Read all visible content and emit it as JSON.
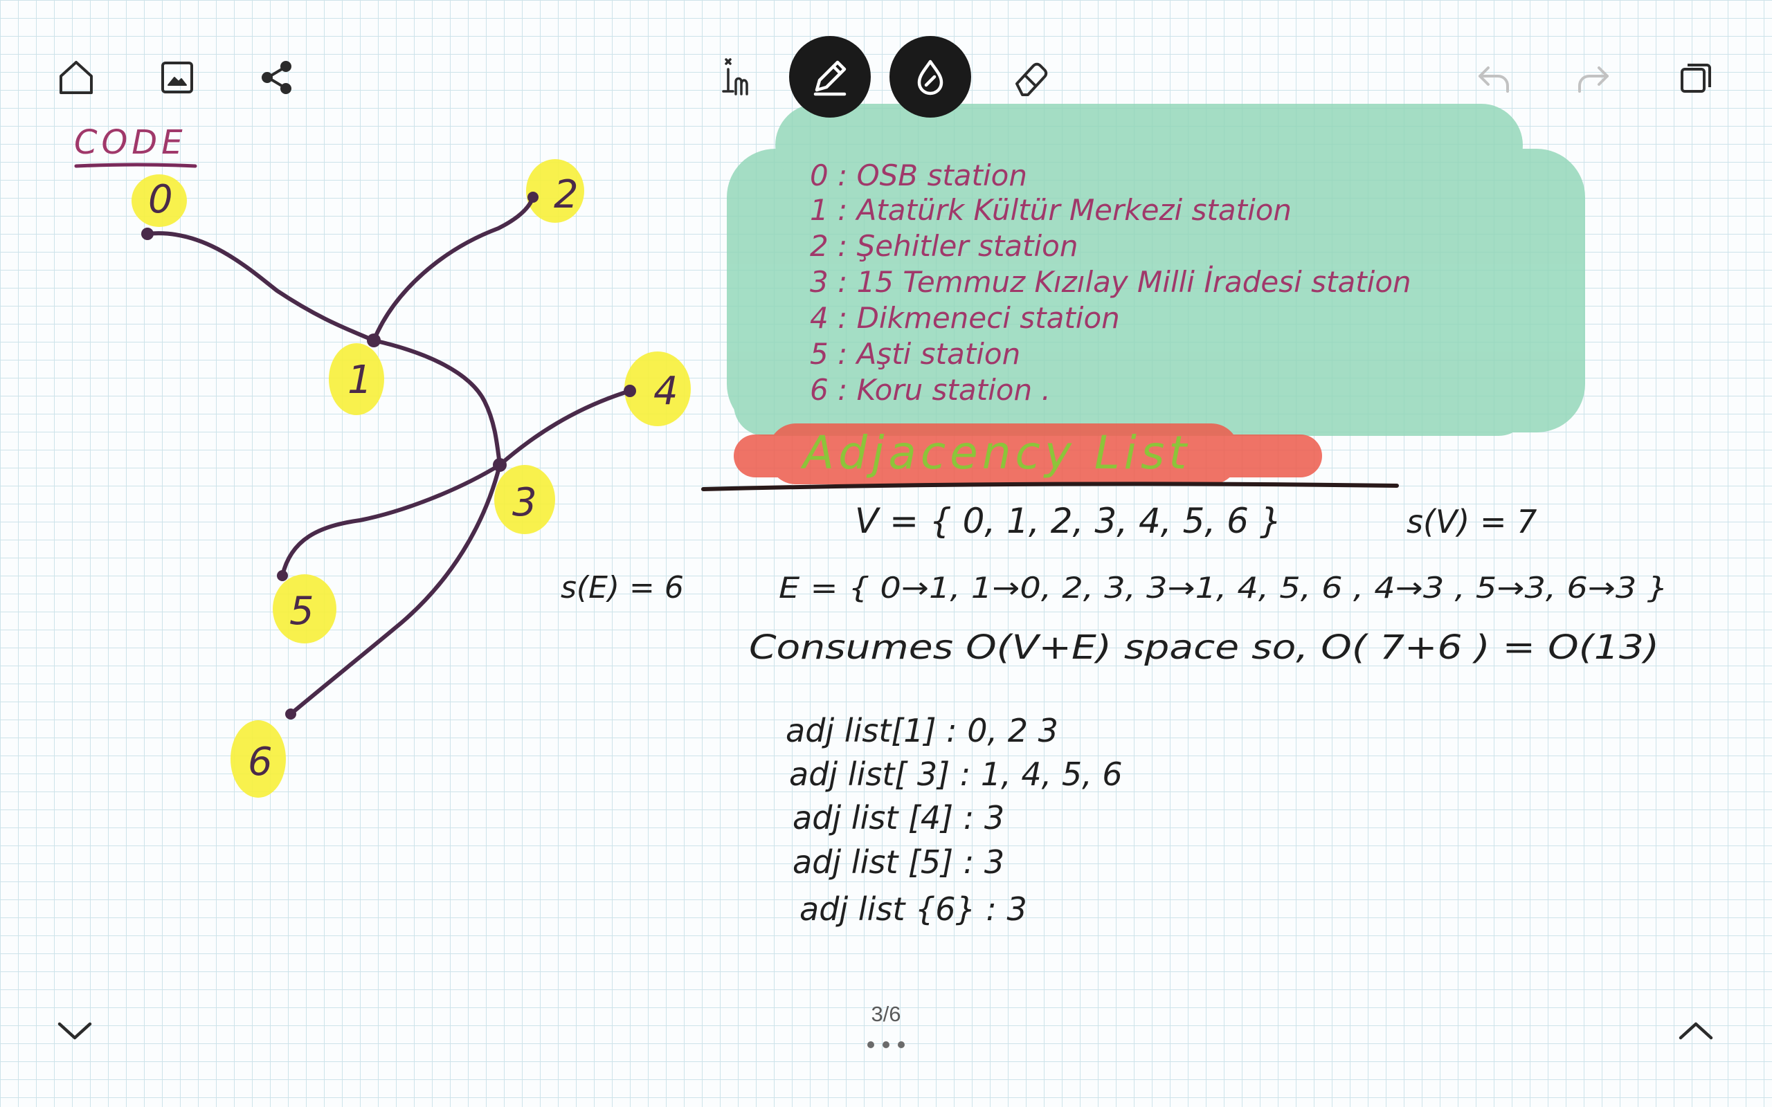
{
  "toolbar": {
    "home": "home-icon",
    "gallery": "image-icon",
    "share": "share-icon",
    "text_mode": "text-cursor-icon",
    "pen": "pen-icon",
    "highlighter": "highlighter-icon",
    "eraser": "eraser-icon",
    "undo": "undo-icon",
    "redo": "redo-icon",
    "fit": "resize-icon"
  },
  "note": {
    "heading": "CODE",
    "graph": {
      "node_color": "#f7f03a",
      "edge_color": "#4a2a4a",
      "nodes": [
        {
          "label": "0"
        },
        {
          "label": "2"
        },
        {
          "label": "1"
        },
        {
          "label": "4"
        },
        {
          "label": "3"
        },
        {
          "label": "5"
        },
        {
          "label": "6"
        }
      ]
    },
    "stations": {
      "highlight": "#8fd6b6",
      "lines": [
        "0 : OSB station",
        "1 : Atatürk Kültür Merkezi station",
        "2 : Şehitler station",
        "3 : 15 Temmuz Kızılay Milli İradesi station",
        "4 : Dikmeneci station",
        "5 : Aşti station",
        "6 : Koru station ."
      ]
    },
    "title": {
      "text": "Adjacency List",
      "highlight": "#ee5b4c",
      "text_color": "#8cc43a"
    },
    "sets": {
      "v": "V = { 0, 1, 2, 3, 4, 5, 6 }",
      "sv": "s(V) = 7",
      "se": "s(E) = 6",
      "e": "E = { 0→1, 1→0, 2, 3, 3→1, 4, 5, 6 , 4→3 , 5→3, 6→3 }",
      "consumes": "Consumes O(V+E) space so, O( 7+6 ) = O(13)"
    },
    "adjacency": [
      "adj list[1] : 0, 2 3",
      "adj list[ 3] : 1, 4, 5, 6",
      "adj list [4] : 3",
      "adj list [5] : 3",
      "adj list {6} : 3"
    ]
  },
  "pagination": {
    "current": "3/6"
  }
}
